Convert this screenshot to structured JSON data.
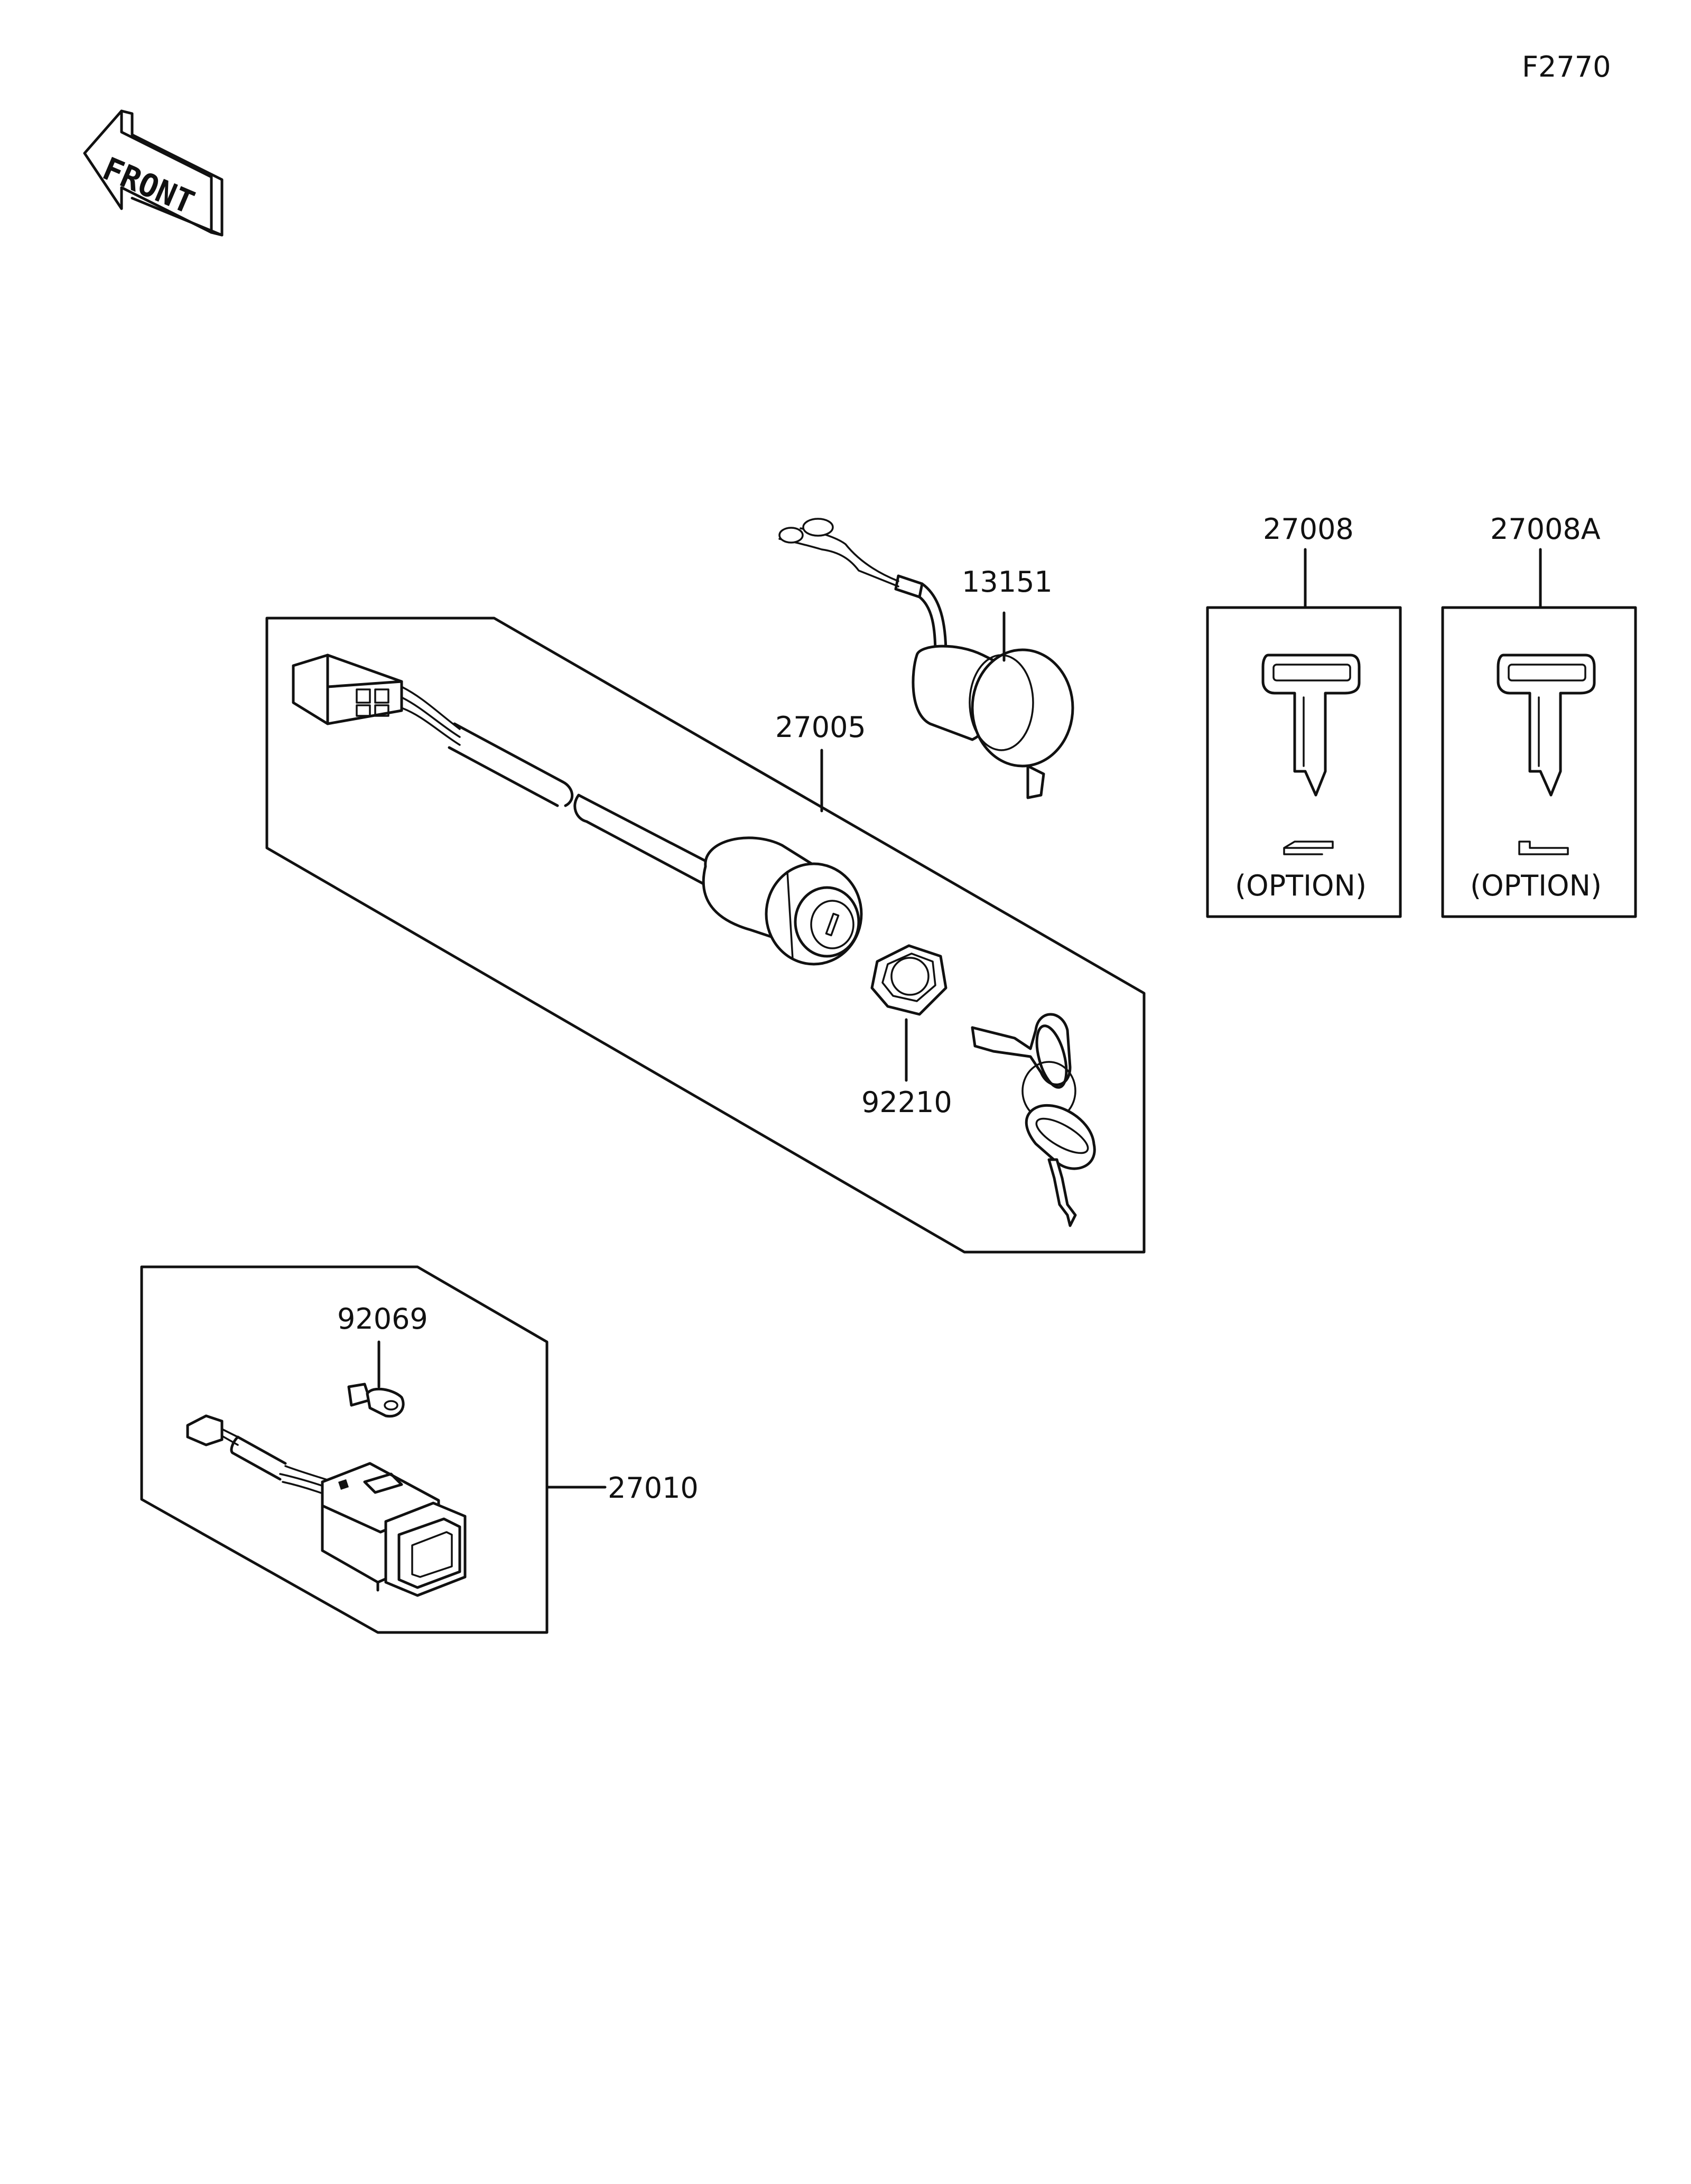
{
  "figure_code": "F2770",
  "direction_label": "FRONT",
  "parts": {
    "p13151": "13151",
    "p27005": "27005",
    "p92210": "92210",
    "p27008": "27008",
    "p27008a": "27008A",
    "p92069": "92069",
    "p27010": "27010"
  },
  "option_label": "(OPTION)",
  "line_color": "#111111"
}
